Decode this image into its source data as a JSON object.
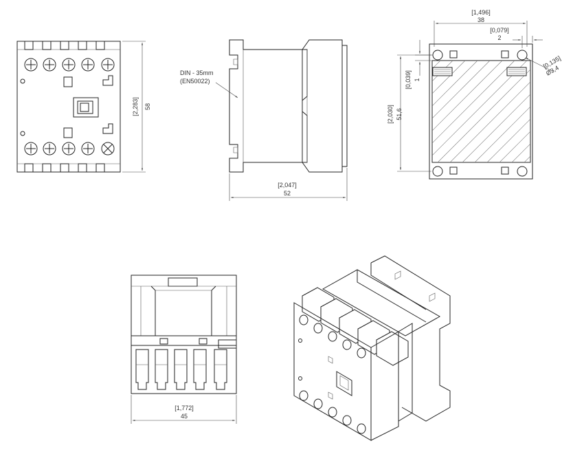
{
  "colors": {
    "line": "#222222",
    "dim": "#444444",
    "text": "#333333",
    "hatch": "#777777",
    "background": "#ffffff"
  },
  "front_view": {
    "height_inch": "[2,283]",
    "height_mm": "58"
  },
  "side_view": {
    "rail_label": "DIN - 35mm",
    "rail_standard": "(EN50022)",
    "width_inch": "[2,047]",
    "width_mm": "52"
  },
  "mounting_view": {
    "width_inch": "[1,496]",
    "width_mm": "38",
    "offset_inch": "[0,079]",
    "offset_mm": "2",
    "hole_inch": "[0,135]",
    "hole_mm": "Ø3,4",
    "top_inch": "[0,039]",
    "top_mm": "1",
    "height_inch": "[2,030]",
    "height_mm": "51,6"
  },
  "bottom_view": {
    "width_inch": "[1,772]",
    "width_mm": "45"
  }
}
